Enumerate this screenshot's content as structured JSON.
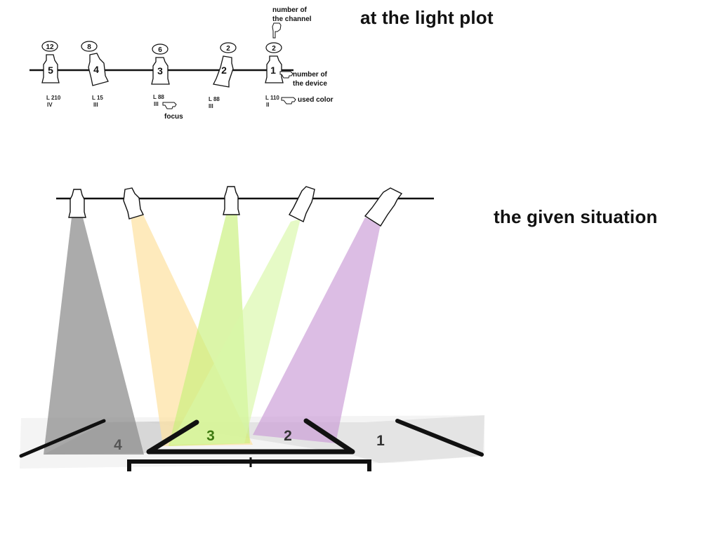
{
  "titles": {
    "light_plot": "at the light plot",
    "given_situation": "the given situation"
  },
  "annotations": {
    "channel_line1": "number of",
    "channel_line2": "the channel",
    "device_line1": "number of",
    "device_line2": "the device",
    "color": "used color",
    "focus": "focus"
  },
  "fixtures": [
    {
      "device": "5",
      "channel": "12",
      "color": "L 210",
      "focus": "IV"
    },
    {
      "device": "4",
      "channel": "8",
      "color": "L 15",
      "focus": "III"
    },
    {
      "device": "3",
      "channel": "6",
      "color": "L 88",
      "focus": "III"
    },
    {
      "device": "2",
      "channel": "2",
      "color": "L 88",
      "focus": "III"
    },
    {
      "device": "1",
      "channel": "2",
      "color": "L 110",
      "focus": "II"
    }
  ],
  "stage_areas": [
    {
      "label": "4",
      "color": "#555555"
    },
    {
      "label": "3",
      "color": "#3f7a12"
    },
    {
      "label": "2",
      "color": "#333333"
    },
    {
      "label": "1",
      "color": "#333333"
    }
  ],
  "beam_colors": {
    "grey": "#8a8a8a",
    "yellow": "#fde3a6",
    "green": "#c8f07a",
    "light_green": "#d8f7a8",
    "purple": "#c99ad6"
  }
}
